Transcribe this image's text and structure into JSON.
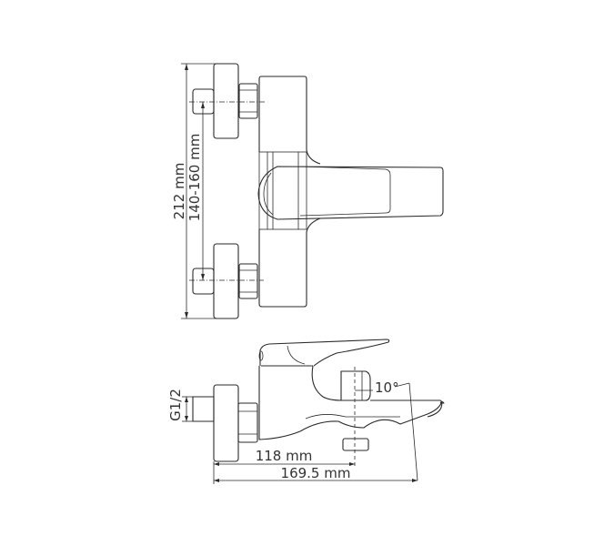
{
  "drawing": {
    "front_view": {
      "overall_height_label": "212 mm",
      "connection_spacing_label": "140-160 mm"
    },
    "side_view": {
      "thread_label": "G1/2",
      "outlet_depth_label": "118 mm",
      "overall_depth_label": "169.5 mm",
      "spout_angle_label": "10°"
    },
    "line_color": "#2a2a2a"
  }
}
